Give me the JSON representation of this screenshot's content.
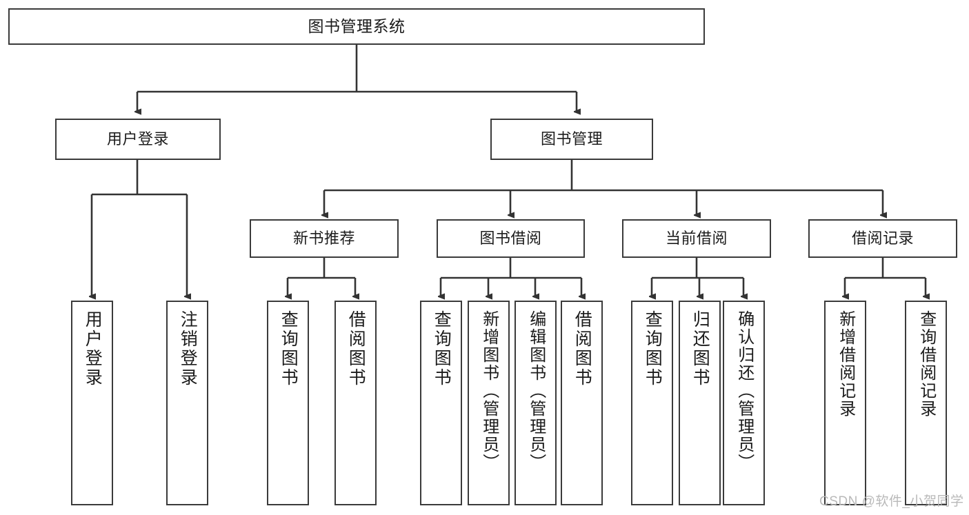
{
  "diagram": {
    "title": "图书管理系统",
    "type": "tree",
    "orientation": "top-down",
    "colors": {
      "box_border": "#3a3a3a",
      "box_fill": "#ffffff",
      "edge": "#333333",
      "text": "#1b1b1b",
      "watermark": "#b9b9b9",
      "background": "#ffffff"
    },
    "root": {
      "id": "root",
      "label": "图书管理系统"
    },
    "level1": [
      {
        "id": "user-login",
        "label": "用户登录"
      },
      {
        "id": "book-manage",
        "label": "图书管理"
      }
    ],
    "level2": [
      {
        "id": "new-book-rec",
        "label": "新书推荐",
        "parent": "book-manage"
      },
      {
        "id": "book-borrow",
        "label": "图书借阅",
        "parent": "book-manage"
      },
      {
        "id": "current-borrow",
        "label": "当前借阅",
        "parent": "book-manage"
      },
      {
        "id": "borrow-record",
        "label": "借阅记录",
        "parent": "book-manage"
      }
    ],
    "leaves": {
      "user_login": [
        {
          "id": "leaf-user-login",
          "label": "用户登录"
        },
        {
          "id": "leaf-logout",
          "label": "注销登录"
        }
      ],
      "new_book_rec": [
        {
          "id": "leaf-query-book-1",
          "label": "查询图书"
        },
        {
          "id": "leaf-borrow-book-1",
          "label": "借阅图书"
        }
      ],
      "book_borrow": [
        {
          "id": "leaf-query-book-2",
          "label": "查询图书"
        },
        {
          "id": "leaf-add-book",
          "label": "新增图书（管理员）"
        },
        {
          "id": "leaf-edit-book",
          "label": "编辑图书（管理员）"
        },
        {
          "id": "leaf-borrow-book-2",
          "label": "借阅图书"
        }
      ],
      "current_borrow": [
        {
          "id": "leaf-query-book-3",
          "label": "查询图书"
        },
        {
          "id": "leaf-return-book",
          "label": "归还图书"
        },
        {
          "id": "leaf-confirm-return",
          "label": "确认归还（管理员）"
        }
      ],
      "borrow_record": [
        {
          "id": "leaf-add-record",
          "label": "新增借阅记录"
        },
        {
          "id": "leaf-query-record",
          "label": "查询借阅记录"
        }
      ]
    }
  },
  "watermark": {
    "text": "CSDN @软件_小贺同学"
  }
}
